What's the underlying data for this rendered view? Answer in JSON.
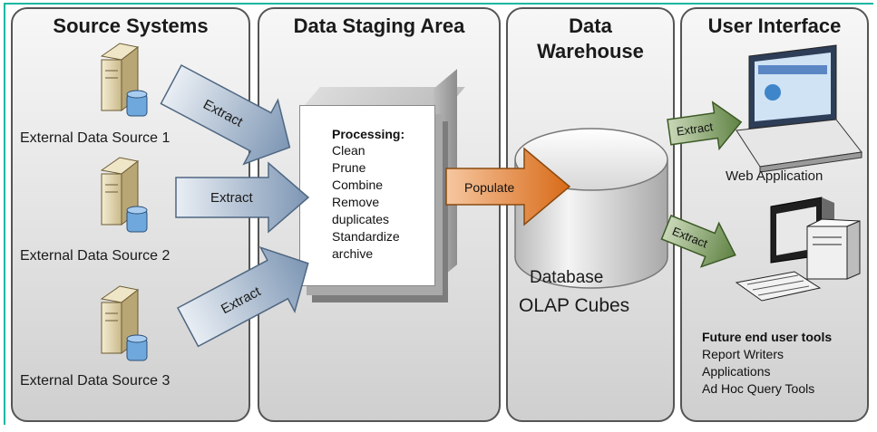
{
  "panels": {
    "source_systems": "Source Systems",
    "staging": "Data Staging Area",
    "warehouse_line1": "Data",
    "warehouse_line2": "Warehouse",
    "user_interface": "User Interface"
  },
  "sources": [
    "External Data Source 1",
    "External Data Source 2",
    "External Data Source 3"
  ],
  "arrows": {
    "extract": "Extract",
    "populate": "Populate"
  },
  "processing": {
    "heading": "Processing:",
    "items": [
      "Clean",
      "Prune",
      "Combine",
      "Remove",
      "duplicates",
      "Standardize",
      "archive"
    ]
  },
  "warehouse": {
    "line1": "Database",
    "line2": "OLAP Cubes"
  },
  "ui": {
    "web_app": "Web Application",
    "tools_heading": "Future end user tools",
    "tools": [
      "Report Writers",
      "Applications",
      "Ad Hoc Query Tools"
    ]
  },
  "colors": {
    "teal_line": "#18b8a0",
    "extract_arrow_blue": "#7d96b4",
    "extract_arrow_green": "#6e8f52",
    "populate_arrow": "#e07b2a"
  }
}
